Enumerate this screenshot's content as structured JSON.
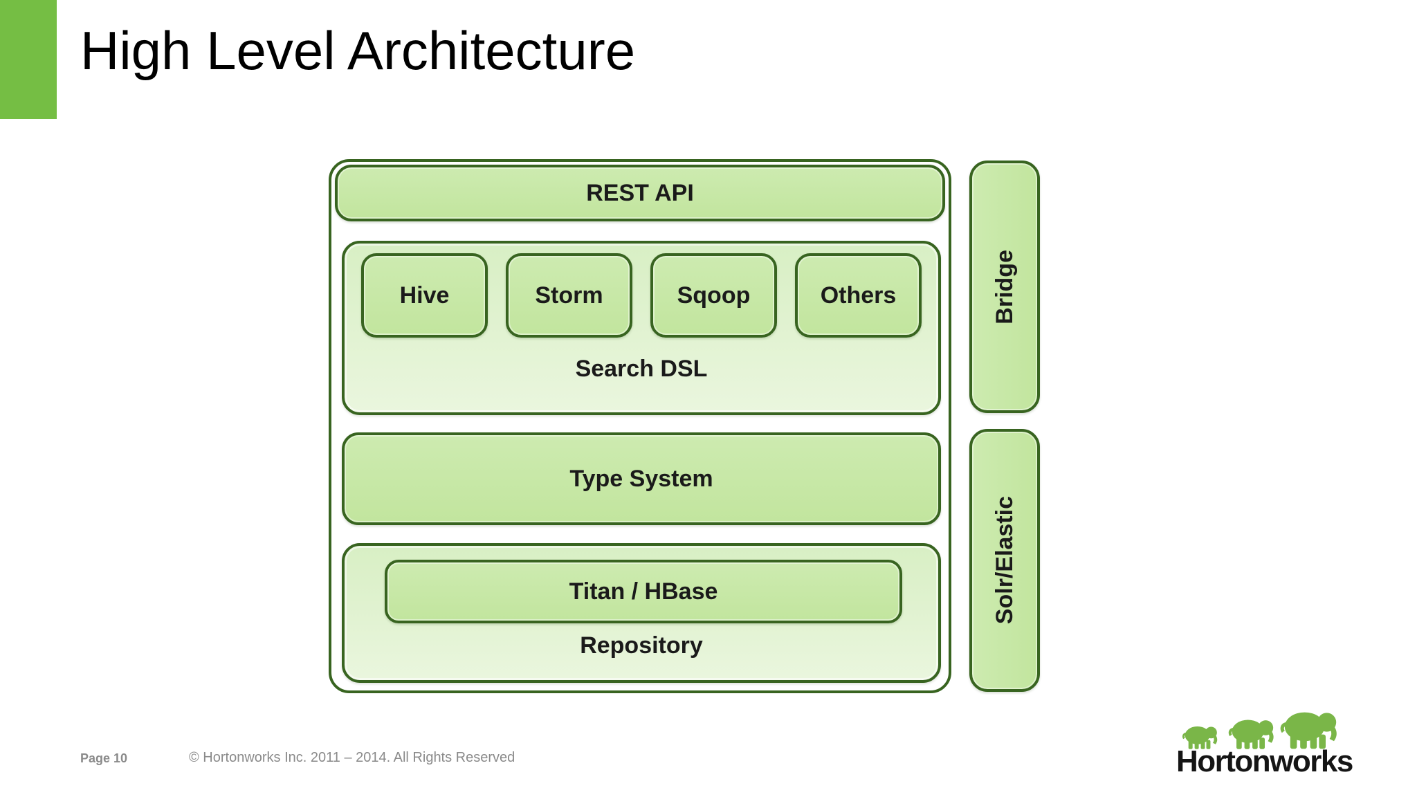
{
  "slide": {
    "title": "High Level Architecture",
    "footer": {
      "page_label": "Page 10",
      "copyright": "© Hortonworks Inc. 2011 – 2014. All Rights Reserved"
    },
    "logo": {
      "text": "Hortonworks"
    }
  },
  "diagram": {
    "rest_api": "REST API",
    "connectors": [
      "Hive",
      "Storm",
      "Sqoop",
      "Others"
    ],
    "search_dsl": "Search DSL",
    "type_system": "Type System",
    "titan_hbase": "Titan / HBase",
    "repository": "Repository",
    "bridge": "Bridge",
    "solr_elastic": "Solr/Elastic"
  },
  "colors": {
    "accent_green": "#75BE44",
    "border_green": "#386420",
    "box_fill_top": "#CDEBB0",
    "box_fill_bottom": "#C2E59E",
    "group_fill_top": "#D8EFC4",
    "group_fill_bottom": "#EAF6DE",
    "logo_green": "#7AB648",
    "text_dark": "#1A1A1A",
    "footer_gray": "#8A8A8A",
    "title_black": "#000000"
  }
}
